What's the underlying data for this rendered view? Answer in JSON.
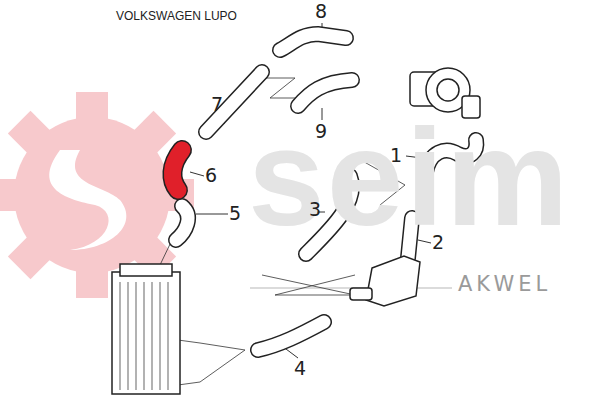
{
  "diagram": {
    "title": "VOLKSWAGEN LUPO",
    "labels": [
      "seim",
      "AKWEL",
      "8",
      "7",
      "9",
      "1",
      "6",
      "5",
      "3",
      "2",
      "4"
    ]
  }
}
